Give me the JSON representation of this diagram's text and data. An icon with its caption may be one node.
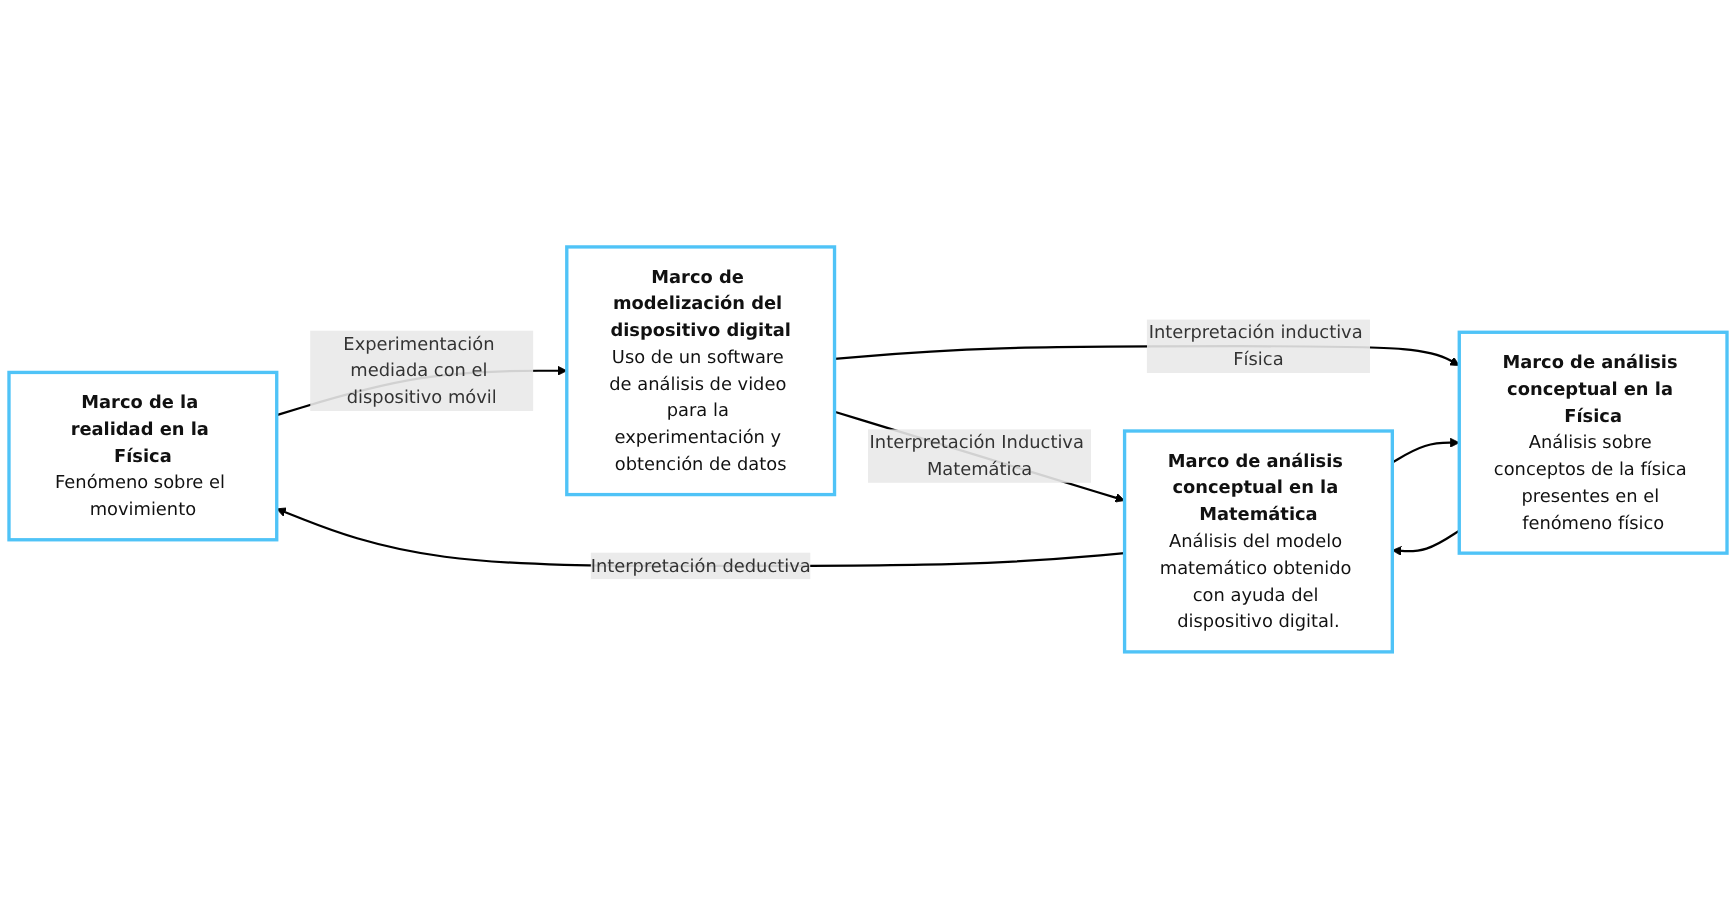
{
  "diagram": {
    "nodes": [
      {
        "text": [
          "Marco de la realidad en la Física",
          "Fenómeno sobre el movimiento"
        ]
      },
      {
        "text": [
          "Marco de modelización del dispositivo digital",
          "Uso de un software de análisis de video para la experimentación y obtención de datos"
        ]
      },
      {
        "text": [
          "Marco de análisis conceptual en la Matemática",
          "Análisis del modelo matemático obtenido con ayuda del dispositivo digital."
        ]
      },
      {
        "text": [
          "Marco de análisis conceptual en la Física",
          "Análisis sobre conceptos de la física presentes en el fenómeno físico"
        ]
      }
    ],
    "edges": [
      {
        "from": 0,
        "to": 1,
        "arrow": "to",
        "label": "Experimentación mediada con el dispositivo móvil"
      },
      {
        "from": 1,
        "to": 2,
        "arrow": "to",
        "label": "Interpretación Inductiva Matemática"
      },
      {
        "from": 1,
        "to": 3,
        "arrow": "to",
        "label": "Interpretación inductiva Física"
      },
      {
        "from": 3,
        "to": 2,
        "arrow": "to"
      },
      {
        "from": 2,
        "to": 0,
        "arrow": "to",
        "label": "Interpretación deductiva"
      },
      {
        "from": 2,
        "to": 3,
        "arrow": "to"
      }
    ]
  }
}
